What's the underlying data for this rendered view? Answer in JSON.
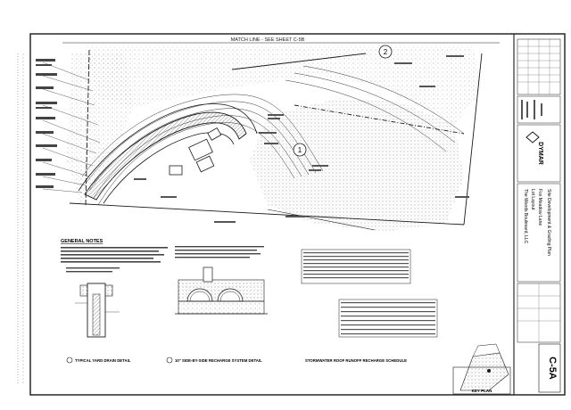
{
  "sheet": {
    "match_line": "MATCH LINE - SEE SHEET C-5B",
    "sheet_number": "C-5A",
    "key_plan_label": "KEY PLAN",
    "circle_labels": [
      "1",
      "2"
    ]
  },
  "notes": {
    "heading": "GENERAL NOTES",
    "details": [
      "TYPICAL YARD DRAIN DETAIL",
      "10\" SIDE-BY-SIDE RECHARGE SYSTEM DETAIL",
      "STORMWATER ROOF RUNOFF RECHARGE SCHEDULE"
    ]
  },
  "title_block": {
    "company": "DYMAR",
    "project_lines": [
      "The Woods Boulevard, LLC",
      "Lot Layout",
      "Fox Meadow Lane"
    ],
    "plan_title": "Site Development & Grading Plan"
  },
  "colors": {
    "ink": "#1a1a1a",
    "paper": "#ffffff",
    "hatch": "#5a5a5a"
  }
}
